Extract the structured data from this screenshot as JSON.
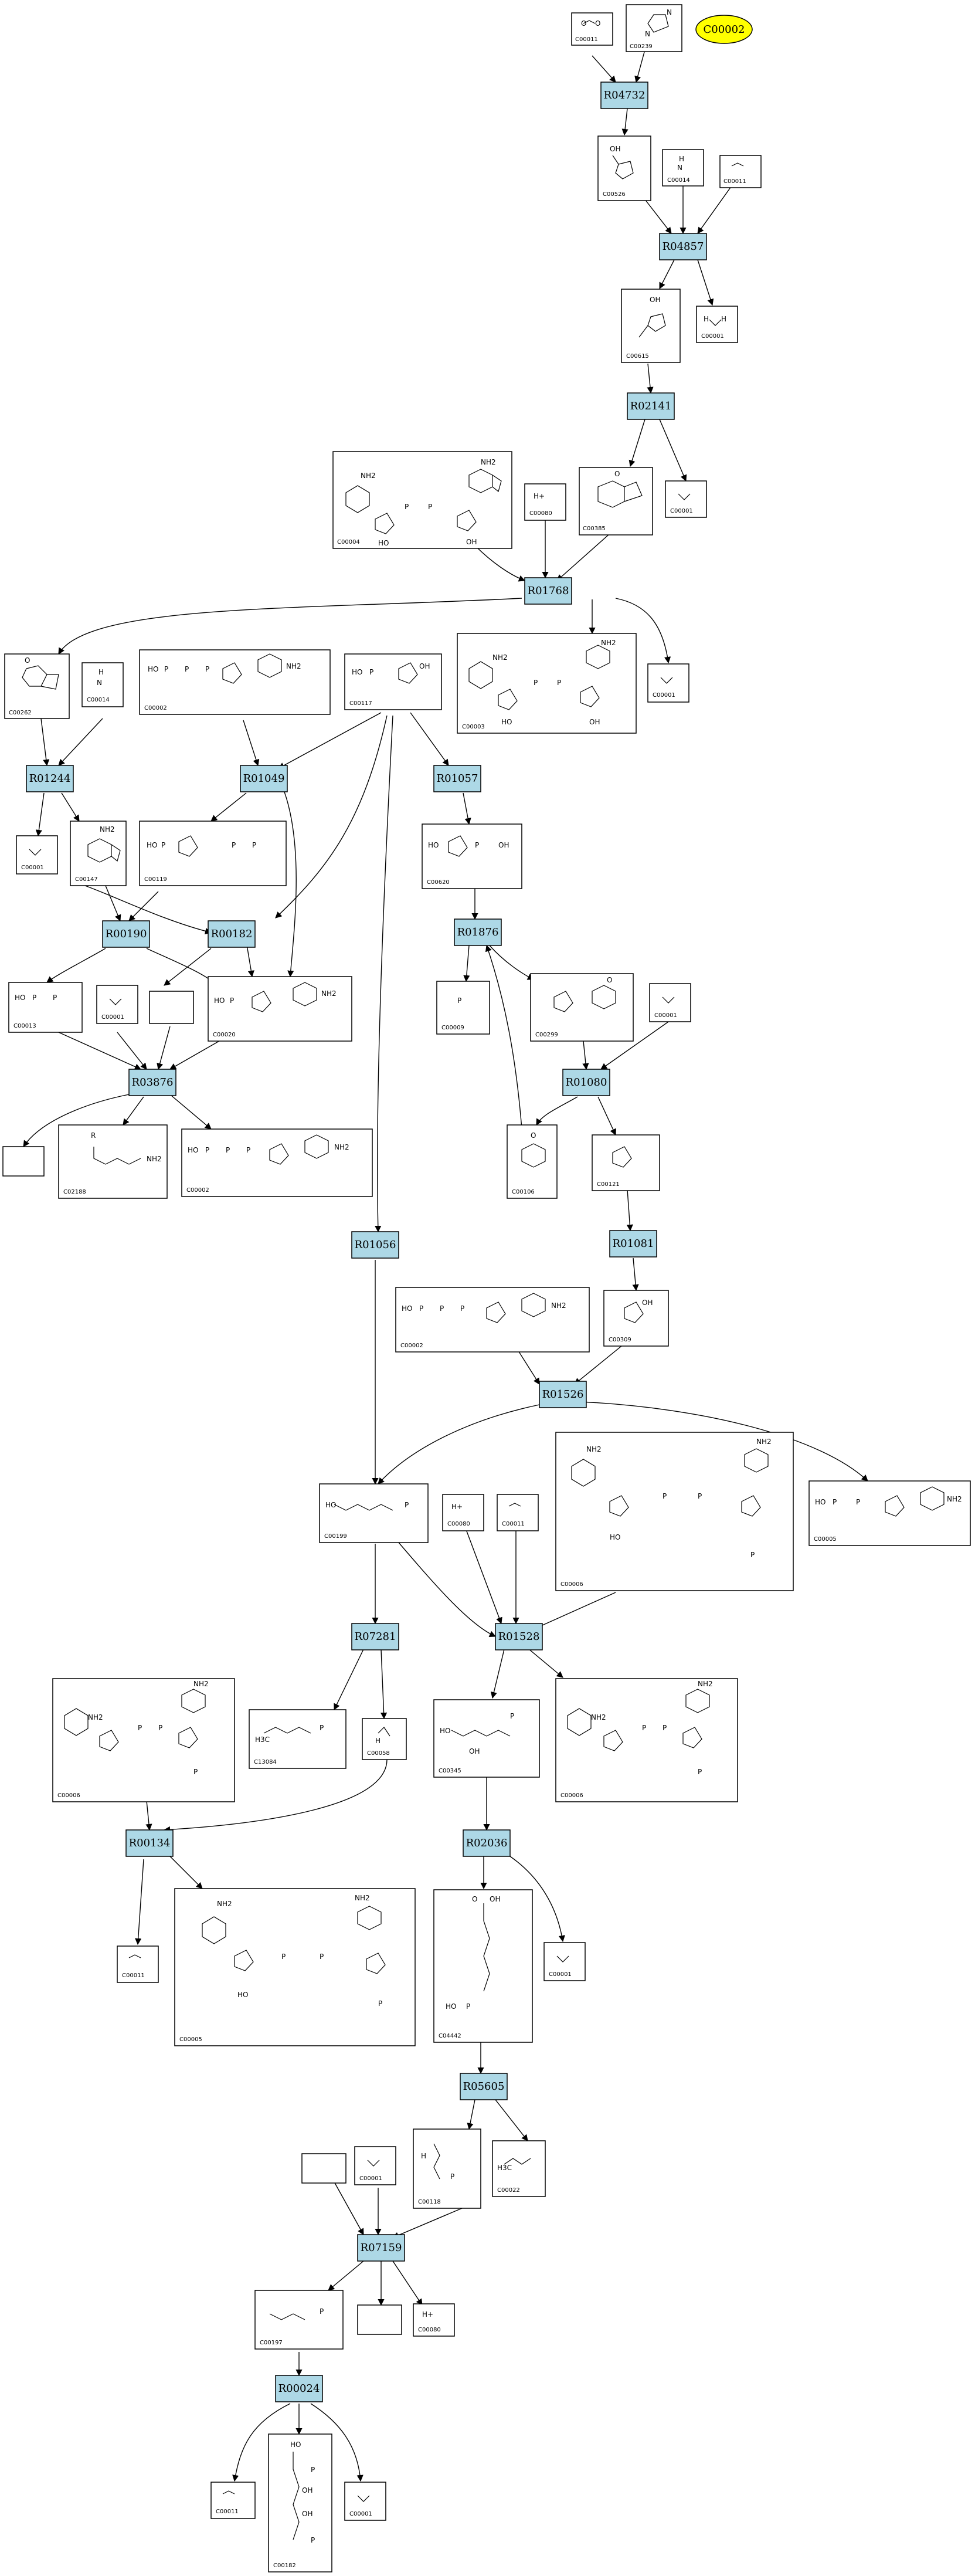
{
  "goal": "C00002",
  "reactions": [
    "R04732",
    "R04857",
    "R02141",
    "R01768",
    "R01244",
    "R01049",
    "R01057",
    "R00190",
    "R00182",
    "R01876",
    "R03876",
    "R01080",
    "R01056",
    "R01081",
    "R01526",
    "R07281",
    "R01528",
    "R00134",
    "R02036",
    "R05605",
    "R07159",
    "R00024"
  ],
  "compounds": [
    "C00011",
    "C00239",
    "C00526",
    "C00014",
    "C00011",
    "C00615",
    "C00001",
    "C00385",
    "C00080",
    "C00001",
    "C00004",
    "C00262",
    "C00014",
    "C00002",
    "C00117",
    "C00003",
    "C00001",
    "C00001",
    "C00147",
    "C00119",
    "C00620",
    "C00013",
    "C00001",
    "C00020",
    "C00009",
    "C00299",
    "C00001",
    "C02188",
    "C00002",
    "C00106",
    "C00121",
    "C00309",
    "C00002",
    "C00199",
    "C00080",
    "C00011",
    "C00006",
    "C00005",
    "C00006",
    "C13084",
    "C00058",
    "C00345",
    "C00006",
    "C00011",
    "C00005",
    "C04442",
    "C00001",
    "C00001",
    "C00118",
    "C00022",
    "C00197",
    "C00080",
    "C00011",
    "C00001",
    "C00182"
  ],
  "atoms": {
    "oh": "OH",
    "ho": "HO",
    "o": "O",
    "p": "P",
    "h": "H",
    "n": "N",
    "hn": "HN",
    "nh": "NH",
    "nh2": "NH2",
    "hplus": "H+",
    "r": "R",
    "ch3": "H3C"
  }
}
